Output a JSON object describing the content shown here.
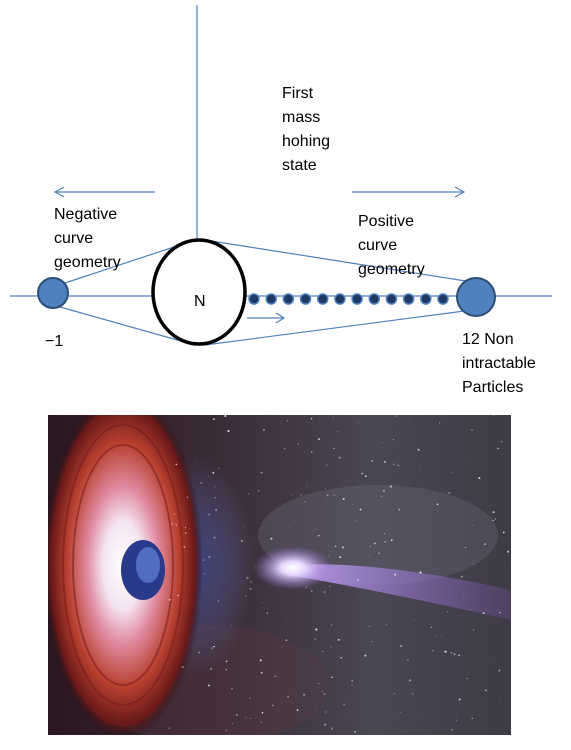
{
  "labels": {
    "first_mass": "First\nmass\nhohing\nstate",
    "negative": "Negative\ncurve\ngeometry",
    "positive": "Positive\ncurve\ngeometry",
    "n_center": "N",
    "minus_one": "−1",
    "non_intractable": "12 Non\nintractable\nParticles"
  },
  "diagram": {
    "chain_dot_count": 12
  },
  "colors": {
    "line": "#4f81bd",
    "node_fill": "#4f81bd",
    "node_stroke": "#2c4d75",
    "dot_fill": "#1f3864",
    "circle_stroke": "#000000"
  },
  "image": {
    "description_icon": "black-hole-accretion-disk-image"
  }
}
